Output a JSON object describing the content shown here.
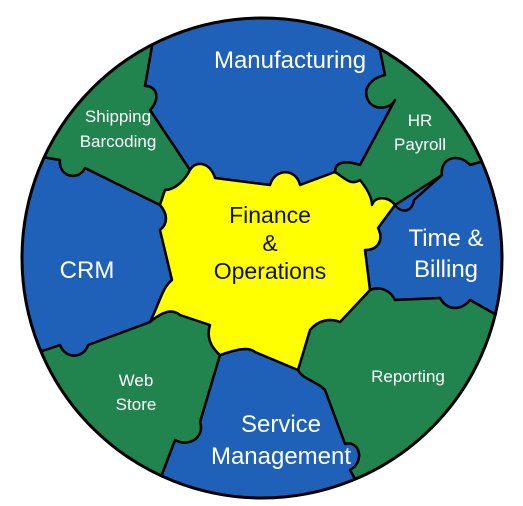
{
  "colors": {
    "blue": "#1f61b8",
    "green": "#21834d",
    "yellow": "#ffff00",
    "outline": "#000000",
    "label_light": "#ffffff",
    "label_dark": "#111111"
  },
  "center": {
    "line1": "Finance",
    "line2": "&",
    "line3": "Operations"
  },
  "segments": {
    "manufacturing": {
      "line1": "Manufacturing"
    },
    "hr_payroll": {
      "line1": "HR",
      "line2": "Payroll"
    },
    "time_billing": {
      "line1": "Time &",
      "line2": "Billing"
    },
    "reporting": {
      "line1": "Reporting"
    },
    "service_management": {
      "line1": "Service",
      "line2": "Management"
    },
    "web_store": {
      "line1": "Web",
      "line2": "Store"
    },
    "crm": {
      "line1": "CRM"
    },
    "shipping_barcoding": {
      "line1": "Shipping",
      "line2": "Barcoding"
    }
  }
}
